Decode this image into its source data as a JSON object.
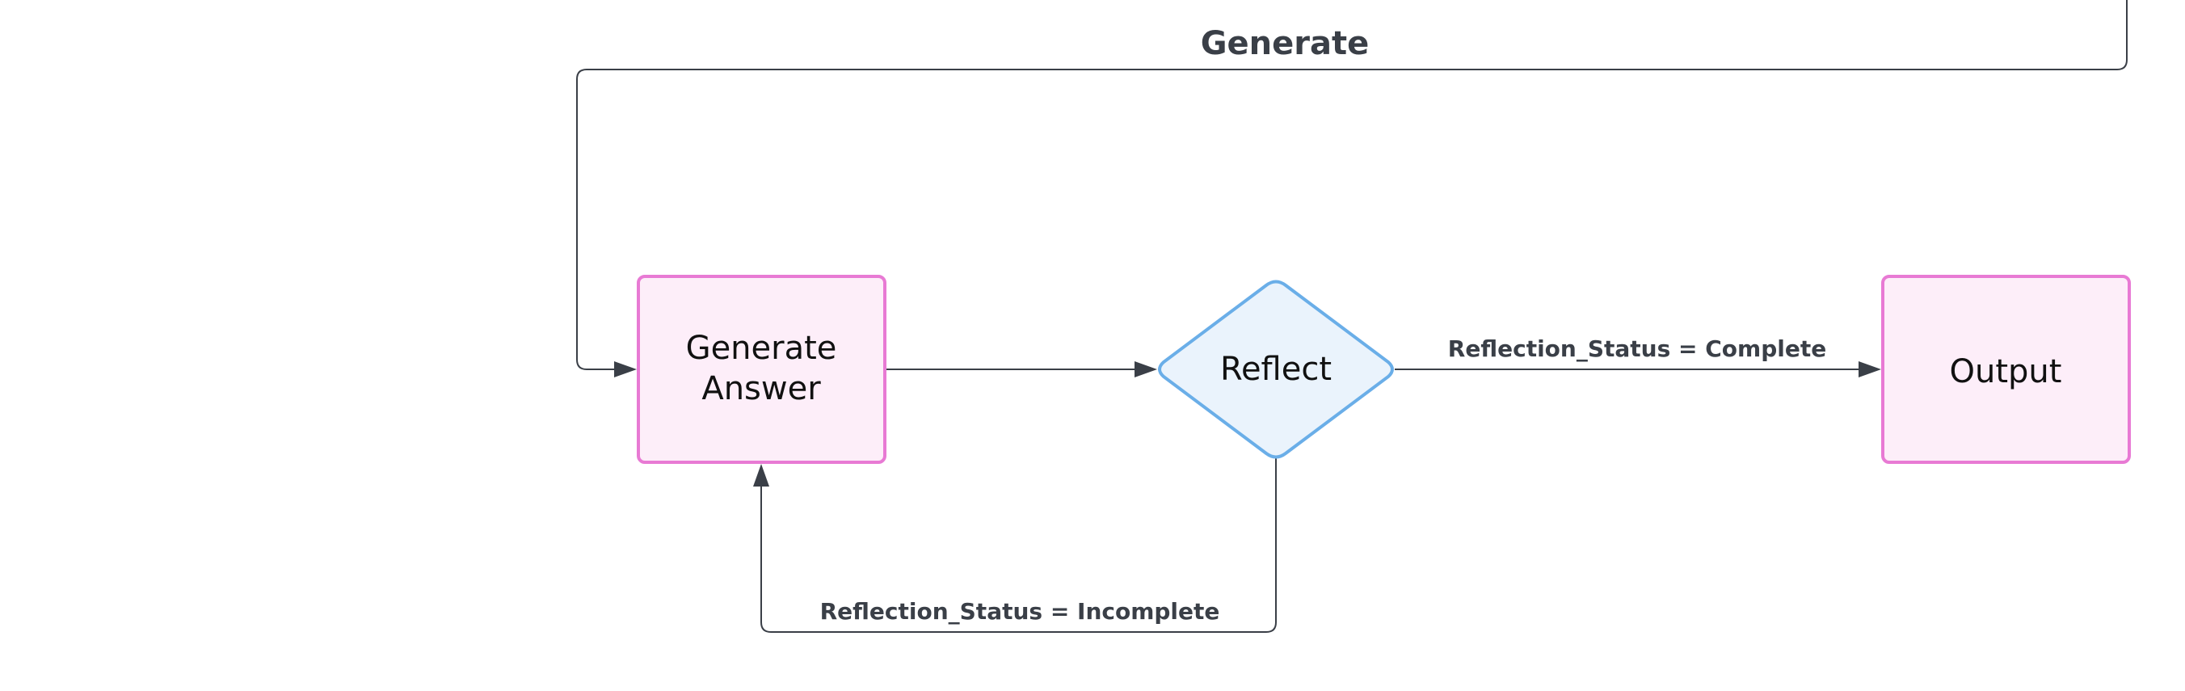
{
  "diagram": {
    "top_label": "Generate",
    "nodes": {
      "generate_answer": {
        "line1": "Generate",
        "line2": "Answer"
      },
      "reflect": {
        "label": "Reflect"
      },
      "output": {
        "label": "Output"
      }
    },
    "edges": {
      "complete_label": "Reflection_Status = Complete",
      "incomplete_label": "Reflection_Status = Incomplete"
    }
  },
  "colors": {
    "process_fill": "#fdeef9",
    "process_stroke": "#e87ad4",
    "decision_fill": "#eaf3fc",
    "decision_stroke": "#6aaee8",
    "edge": "#3a3f47"
  },
  "icons": [
    "arrowhead-icon"
  ]
}
